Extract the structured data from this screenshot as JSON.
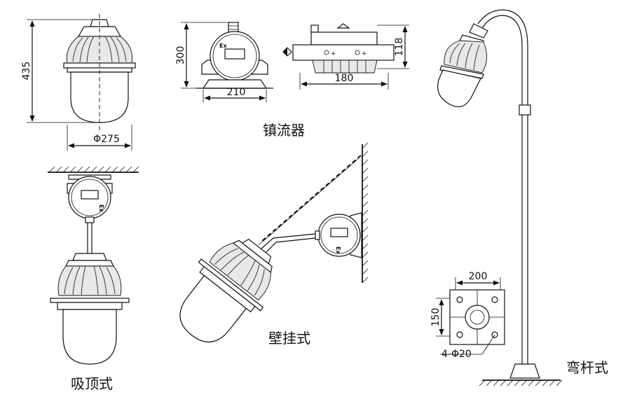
{
  "labels": {
    "ceiling": "吸顶式",
    "wall": "壁挂式",
    "pole": "弯杆式",
    "ballast": "镇流器"
  },
  "dimensions": {
    "lamp_height": "435",
    "lamp_diameter": "Φ275",
    "ballast_height": "300",
    "ballast_width": "210",
    "ballast_length": "180",
    "ballast_depth": "118",
    "base_width": "200",
    "base_height": "150",
    "base_holes": "4-Φ20"
  },
  "marks": {
    "ex": "Ex"
  }
}
